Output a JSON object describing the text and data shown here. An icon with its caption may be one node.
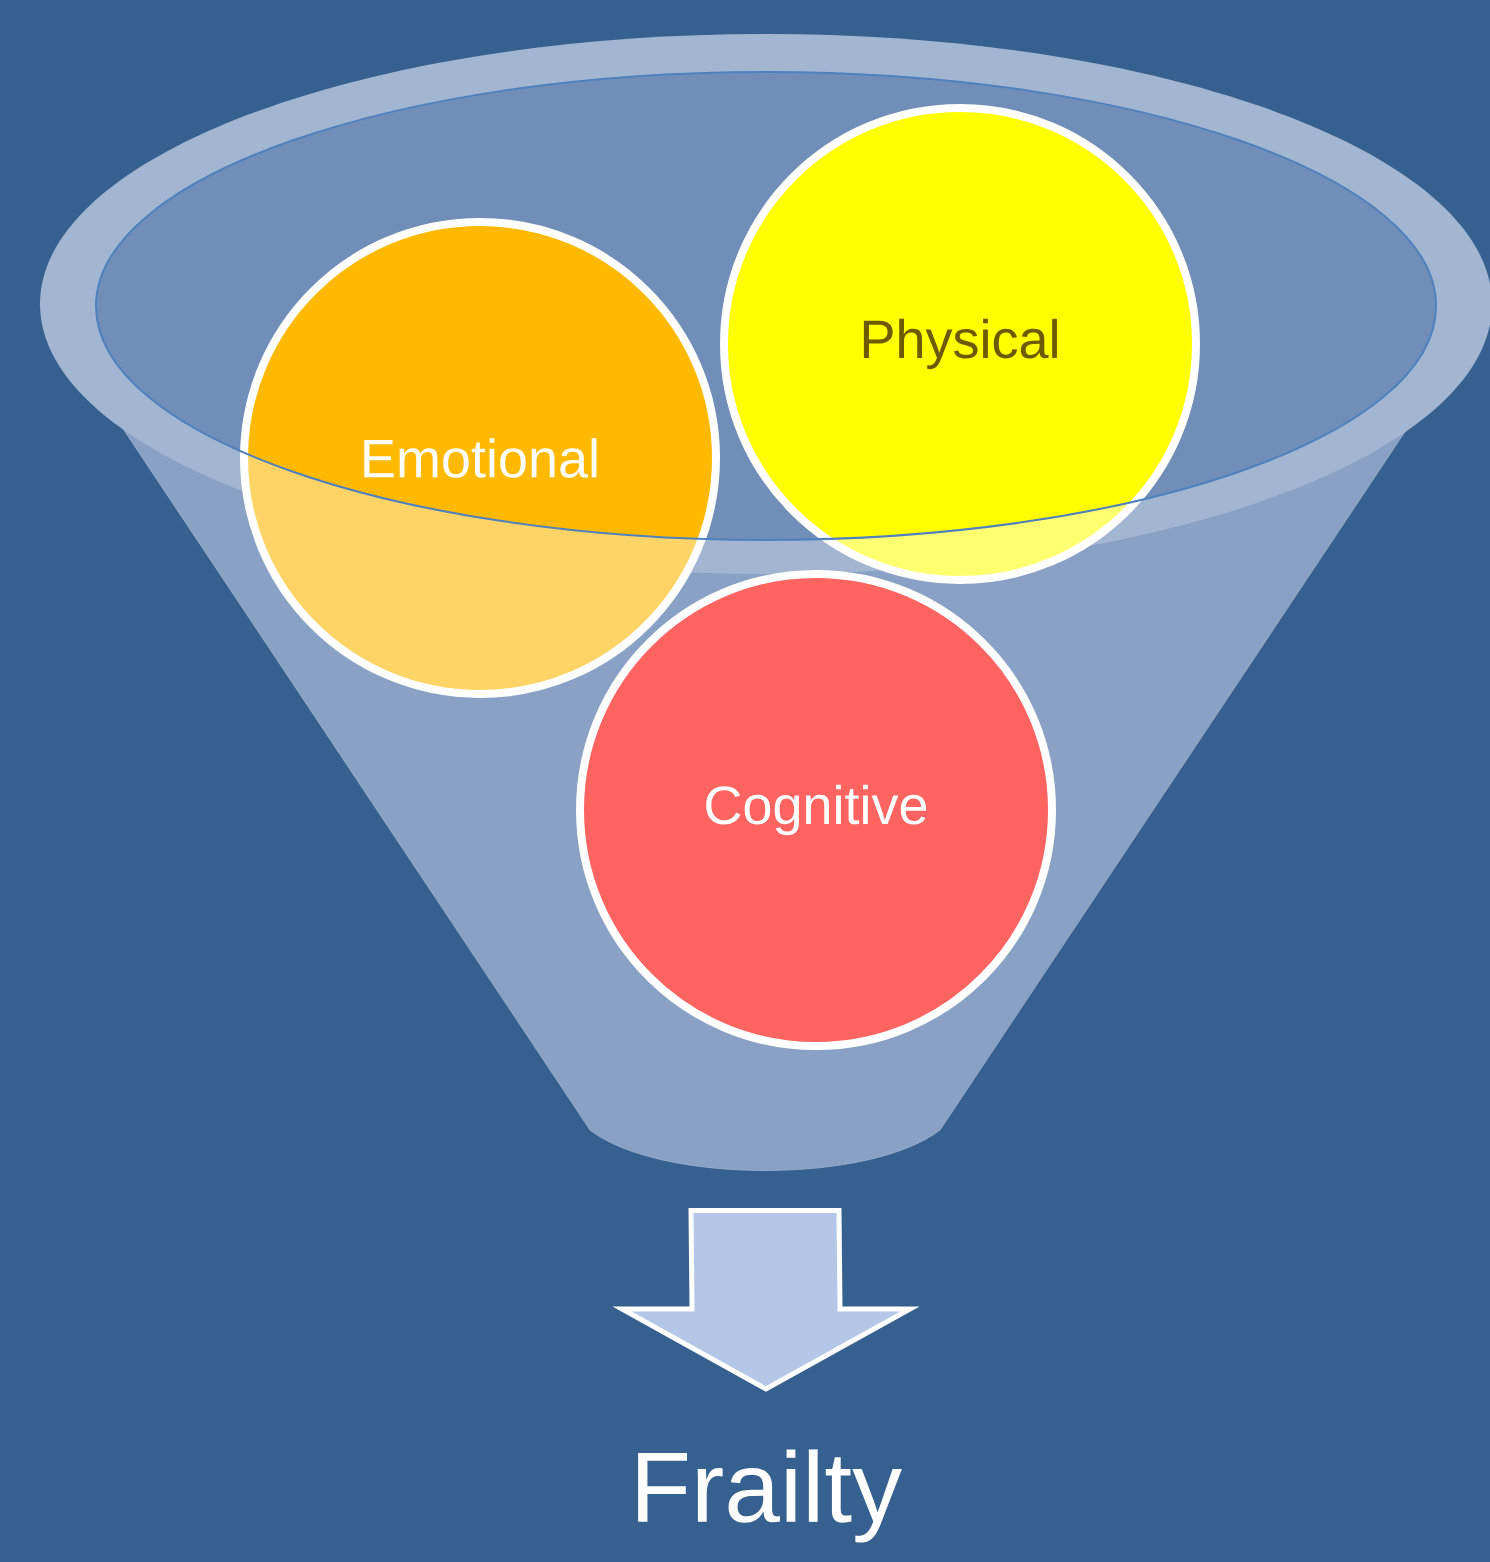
{
  "diagram": {
    "nodes": [
      {
        "text": [],
        "shape": "funnel"
      },
      {
        "text": [
          "Emotional"
        ]
      },
      {
        "text": [
          "Physical"
        ]
      },
      {
        "text": [
          "Cognitive"
        ],
        "in": 0
      },
      {
        "text": [
          "Frailty"
        ]
      }
    ],
    "edges": [
      {
        "from": 0,
        "to": 4,
        "arrow": "to"
      }
    ]
  }
}
